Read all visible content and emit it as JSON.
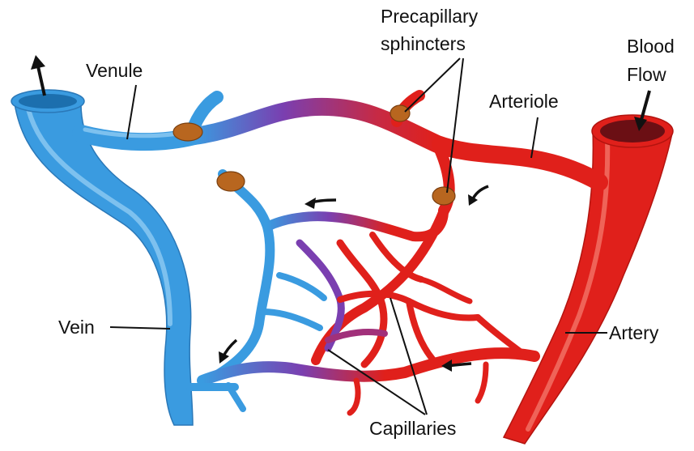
{
  "labels": {
    "venule": "Venule",
    "precapillary": [
      "Precapillary",
      "sphincters"
    ],
    "arteriole": "Arteriole",
    "blood_flow": [
      "Blood",
      "Flow"
    ],
    "vein": "Vein",
    "artery": "Artery",
    "capillaries": "Capillaries"
  },
  "colors": {
    "vein": "#3a9be0",
    "vein_highlight": "#8fcaf2",
    "artery": "#e0201b",
    "artery_highlight": "#f47a6e",
    "mixed": "#7a3fb0",
    "sphincter": "#b8661f"
  }
}
